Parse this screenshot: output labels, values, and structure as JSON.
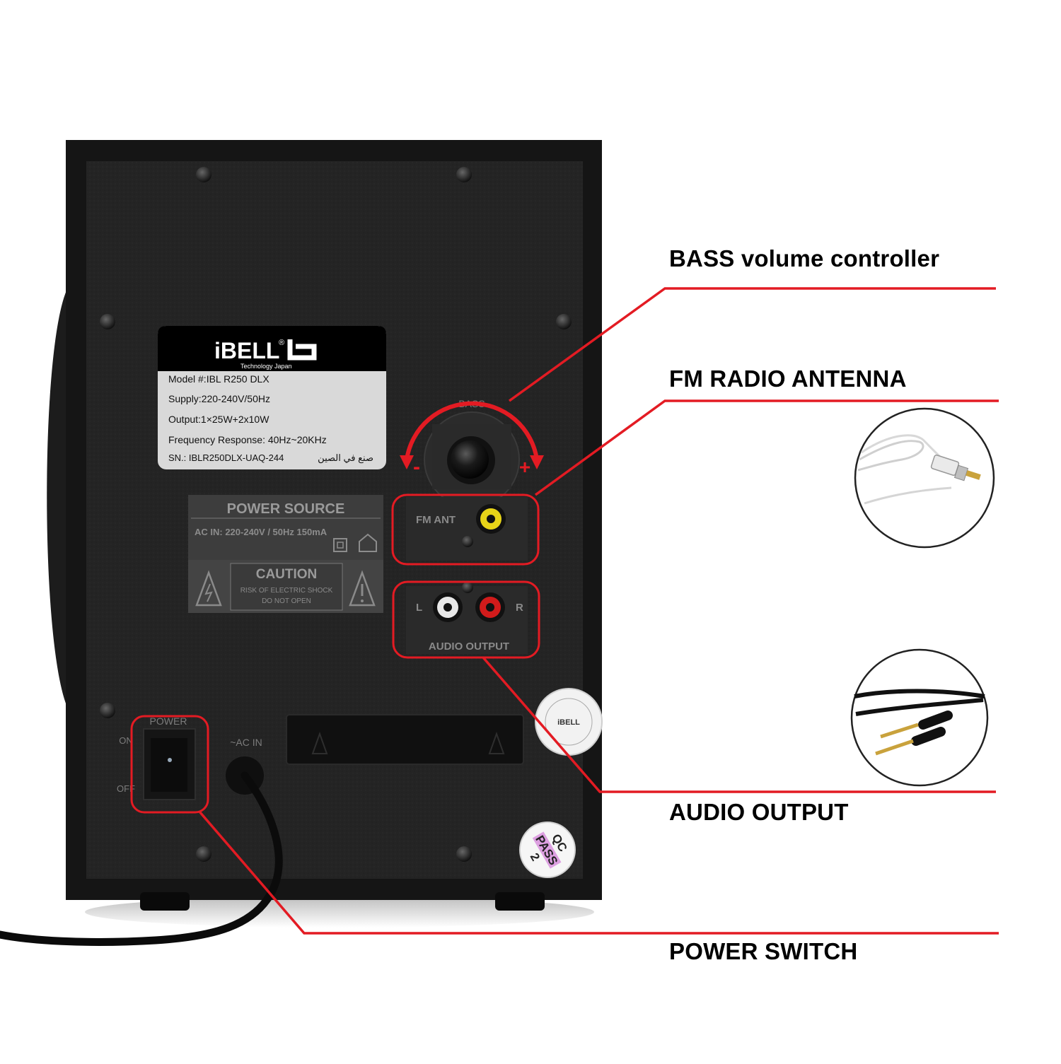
{
  "colors": {
    "callout_line": "#e31b23",
    "cabinet": "#161616",
    "panel": "#222222",
    "label_bg": "#d6d6d6"
  },
  "label": {
    "brand": "iBELL",
    "registered": "®",
    "tagline": "Technology Japan",
    "model": "Model #:IBL R250 DLX",
    "supply": "Supply:220-240V/50Hz",
    "output": "Output:1×25W+2x10W",
    "frequency": "Frequency Response: 40Hz~20KHz",
    "serial": "SN.: IBLR250DLX-UAQ-244",
    "made_in": "صنع في الصين"
  },
  "power_source": {
    "title": "POWER SOURCE",
    "spec": "AC IN: 220-240V / 50Hz  150mA"
  },
  "caution": {
    "title": "CAUTION",
    "line1": "RISK OF ELECTRIC SHOCK",
    "line2": "DO NOT OPEN"
  },
  "panel": {
    "bass": "BASS",
    "minus": "-",
    "plus": "+",
    "fm_ant": "FM ANT",
    "left": "L",
    "right": "R",
    "audio_output": "AUDIO OUTPUT",
    "power": "POWER",
    "on": "ON",
    "off": "OFF",
    "ac_in": "~AC IN"
  },
  "stickers": {
    "qc_line1": "QC",
    "qc_line2": "PASS",
    "qc_line3": "2",
    "warranty_brand": "iBELL"
  },
  "callouts": {
    "bass": "BASS  volume controller",
    "fm": "FM RADIO ANTENNA",
    "audio": "AUDIO OUTPUT",
    "power": "POWER SWITCH"
  },
  "insets": [
    {
      "icon": "rca-antenna-wire-icon"
    },
    {
      "icon": "aux-3.5mm-cable-icon"
    }
  ]
}
